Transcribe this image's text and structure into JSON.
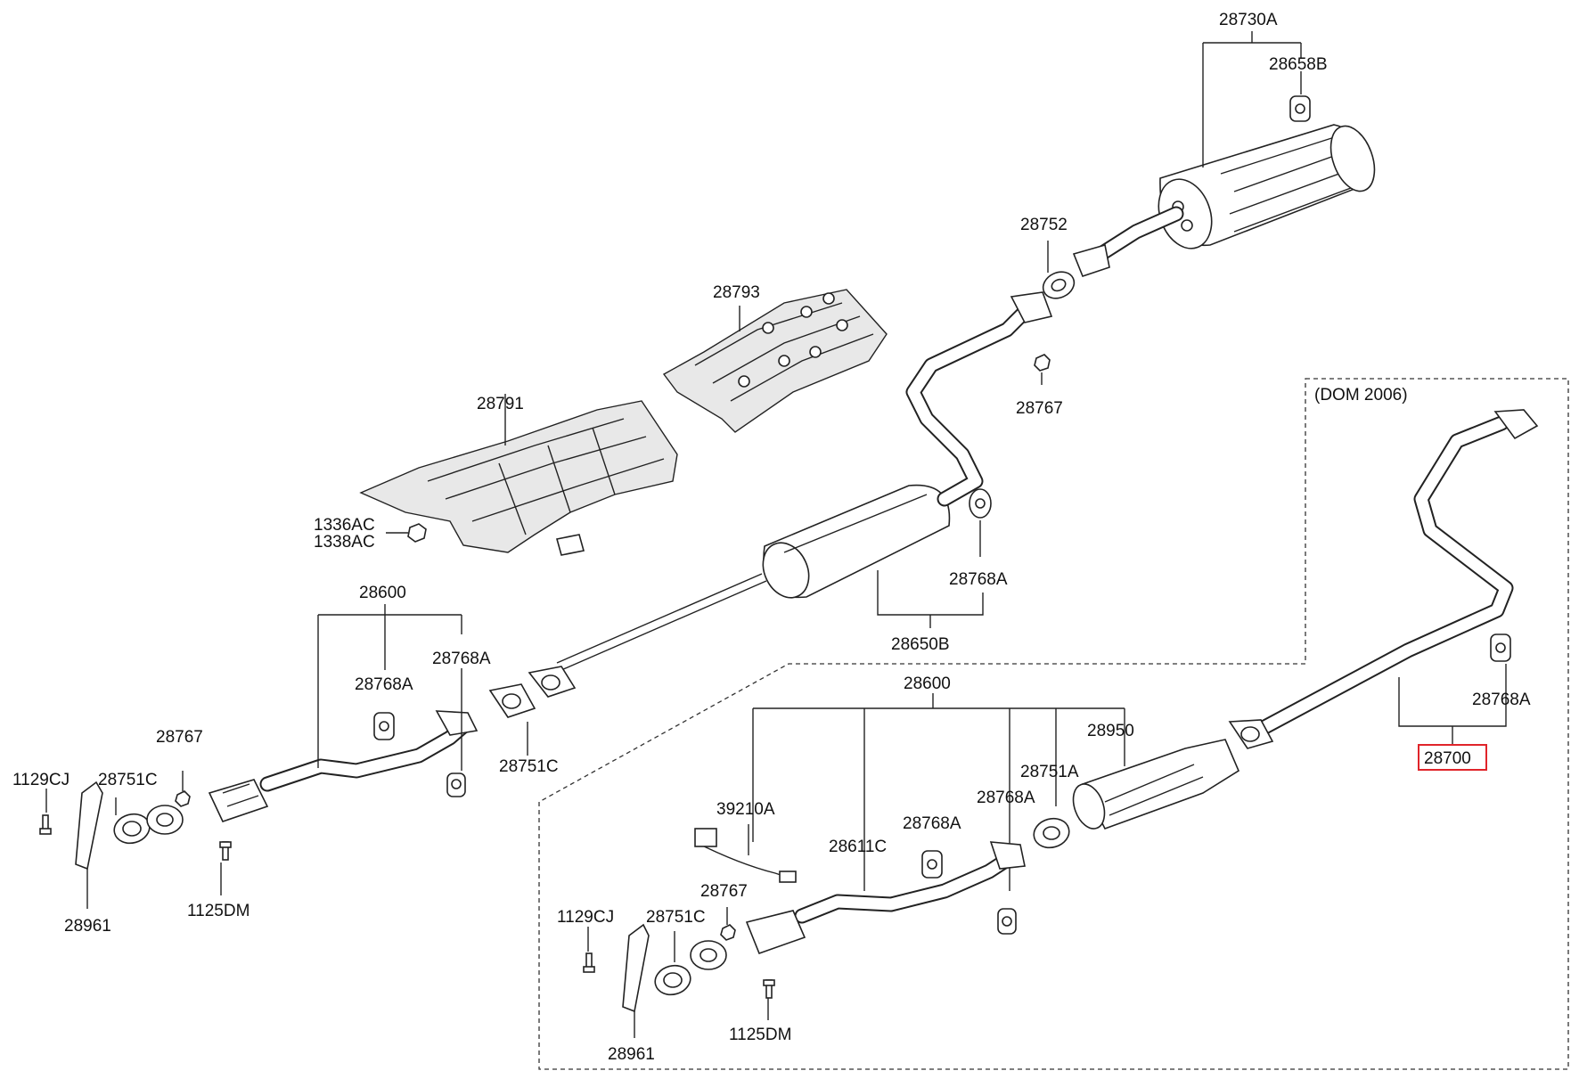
{
  "diagram": {
    "labels": {
      "l_28730A": "28730A",
      "l_28658B": "28658B",
      "l_28752": "28752",
      "l_28793": "28793",
      "l_28767_top": "28767",
      "l_dom": "(DOM 2006)",
      "l_28791": "28791",
      "l_1336AC": "1336AC",
      "l_1338AC": "1338AC",
      "l_28768A_muffler": "28768A",
      "l_28650B": "28650B",
      "l_28600_left": "28600",
      "l_28768A_left_hanger": "28768A",
      "l_28768A_left_mid": "28768A",
      "l_28751C_mid": "28751C",
      "l_28767_left": "28767",
      "l_1129CJ_left": "1129CJ",
      "l_28751C_left": "28751C",
      "l_1125DM_left": "1125DM",
      "l_28961_left": "28961",
      "l_28768A_right": "28768A",
      "l_28700": "28700",
      "l_28600_right": "28600",
      "l_28950": "28950",
      "l_39210A": "39210A",
      "l_28751A": "28751A",
      "l_28768A_right_a": "28768A",
      "l_28611C": "28611C",
      "l_28768A_right_b": "28768A",
      "l_28767_right": "28767",
      "l_1129CJ_right": "1129CJ",
      "l_28751C_right": "28751C",
      "l_1125DM_right": "1125DM",
      "l_28961_right": "28961"
    },
    "highlight_color": "#e0242a"
  }
}
